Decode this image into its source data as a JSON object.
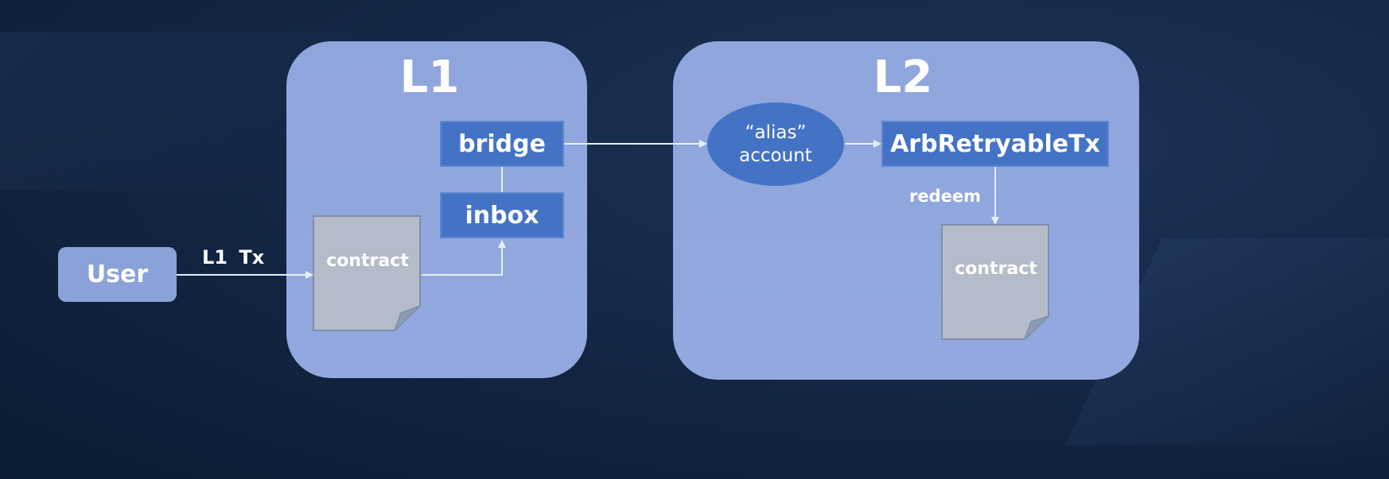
{
  "nodes": {
    "user": "User",
    "l1_title": "L1",
    "l2_title": "L2",
    "bridge": "bridge",
    "inbox": "inbox",
    "l1_contract": "contract",
    "alias_line1": "“alias”",
    "alias_line2": "account",
    "arb_retryable": "ArbRetryableTx",
    "l2_contract": "contract"
  },
  "edges": {
    "l1_tx": "L1 Tx",
    "redeem": "redeem"
  },
  "colors": {
    "background": "#142746",
    "panel": "#8fa6dd",
    "box": "#4473c5",
    "document": "#b4bcc9",
    "arrow": "#e8eef8"
  }
}
